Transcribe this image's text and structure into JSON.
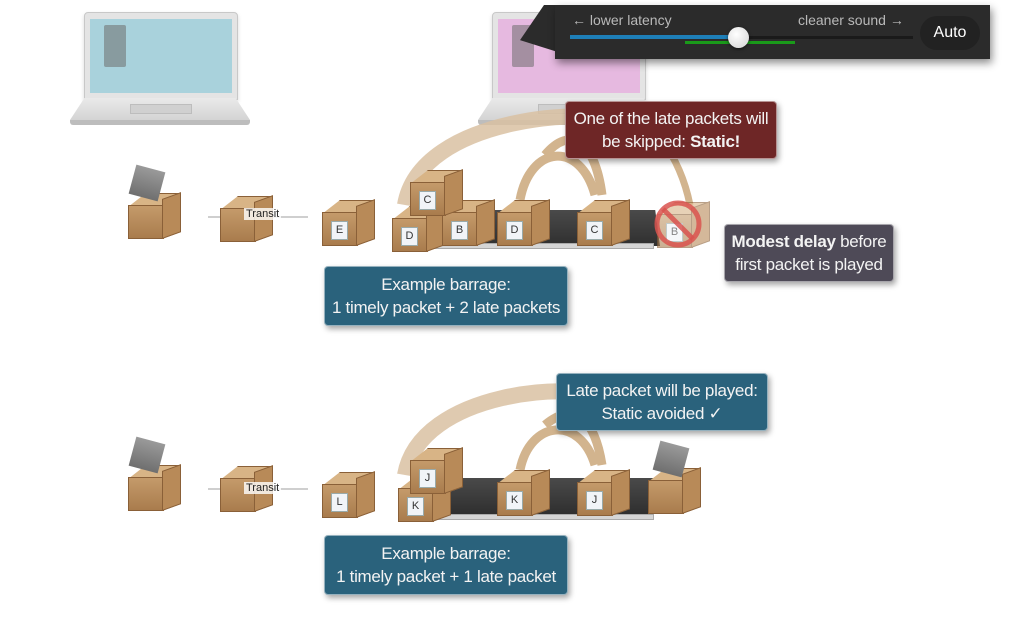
{
  "latency_control": {
    "left_label": "← lower latency",
    "right_label": "cleaner sound →",
    "slider_value_fraction": 0.49,
    "auto_button": "Auto",
    "colors": {
      "fill": "#1e7fb8",
      "recommended_band": "#1a9a1a",
      "background": "#2b2b2b"
    }
  },
  "laptops": [
    {
      "name": "sender",
      "screen_color": "#a9d2dc"
    },
    {
      "name": "receiver",
      "screen_color": "#e6b9e0"
    }
  ],
  "scenario_1": {
    "transit_label": "Transit",
    "incoming_box": "E",
    "stacked_boxes": [
      "D",
      "B",
      "C"
    ],
    "conveyor_boxes": [
      "D",
      "C"
    ],
    "skipped_box": "B",
    "callout_top": {
      "line1": "One of the late packets will",
      "line2_prefix": "be skipped: ",
      "line2_bold": "Static!"
    },
    "callout_delay": {
      "bold": "Modest delay",
      "rest1": " before",
      "line2": "first packet is played"
    },
    "callout_example": {
      "line1": "Example barrage:",
      "line2": "1 timely packet + 2 late packets"
    }
  },
  "scenario_2": {
    "transit_label": "Transit",
    "incoming_box": "L",
    "stacked_boxes": [
      "K",
      "J"
    ],
    "conveyor_boxes": [
      "K",
      "J"
    ],
    "callout_top": {
      "line1": "Late packet will be played:",
      "line2": "Static avoided ✓"
    },
    "callout_example": {
      "line1": "Example barrage:",
      "line2": "1 timely packet + 1 late packet"
    }
  }
}
